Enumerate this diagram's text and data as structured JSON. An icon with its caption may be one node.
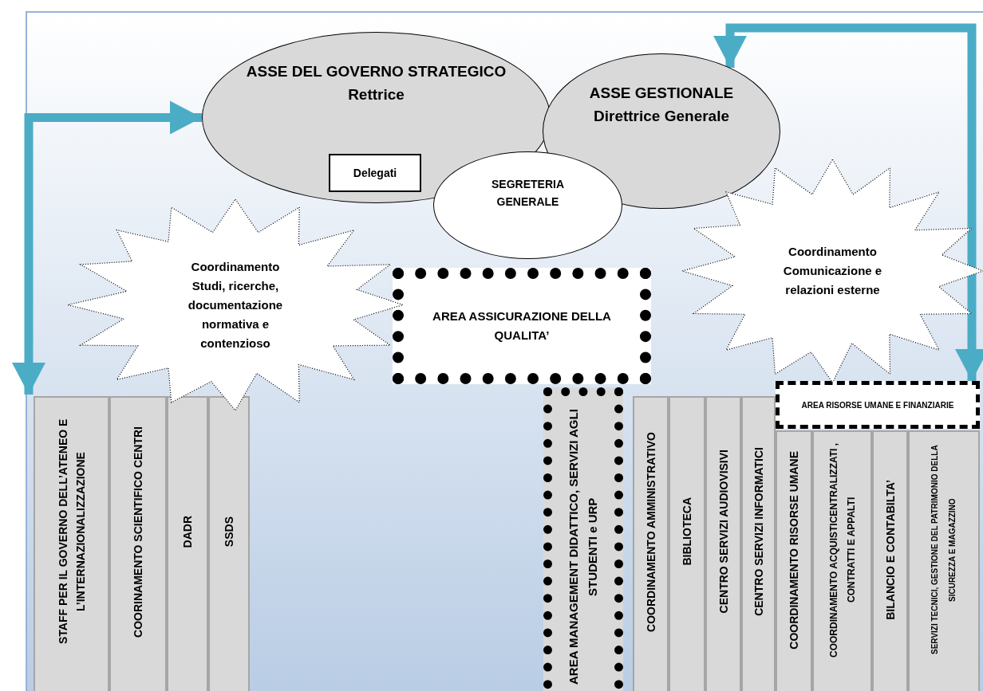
{
  "diagram": {
    "nodes": [
      {
        "text": [
          "ASSE DEL GOVERNO STRATEGICO",
          "Rettrice"
        ]
      },
      {
        "text": [
          "Delegati"
        ],
        "in": 0
      },
      {
        "text": [
          "ASSE GESTIONALE",
          "Direttrice Generale"
        ]
      },
      {
        "text": [
          "SEGRETERIA GENERALE"
        ]
      },
      {
        "text": [
          "Coordinamento Studi, ricerche, documentazione normativa e contenzioso"
        ]
      },
      {
        "text": [
          "AREA ASSICURAZIONE DELLA QUALITA’"
        ]
      },
      {
        "text": [
          "Coordinamento Comunicazione e relazioni esterne"
        ]
      },
      {
        "text": [
          "STAFF PER IL GOVERNO DELL’ATENEO E L’INTERNAZIONALIZZAZIONE"
        ]
      },
      {
        "text": [
          "COORINAMENTO SCIENTIFICO CENTRI"
        ]
      },
      {
        "text": [
          "DADR"
        ]
      },
      {
        "text": [
          "SSDS"
        ]
      },
      {
        "text": [
          "AREA MANAGEMENT DIDATTICO, SERVIZI AGLI STUDENTI e URP"
        ]
      },
      {
        "text": [
          "COORDINAMENTO AMMINISTRATIVO"
        ]
      },
      {
        "text": [
          "BIBLIOTECA"
        ]
      },
      {
        "text": [
          "CENTRO SERVIZI AUDIOVISIVI"
        ]
      },
      {
        "text": [
          "CENTRO SERVIZI INFORMATICI"
        ]
      },
      {
        "text": [
          "AREA RISORSE UMANE E FINANZIARIE"
        ]
      },
      {
        "text": [
          "COORDINAMENTO RISORSE UMANE"
        ]
      },
      {
        "text": [
          "COORDINAMENTO ACQUISTICENTRALIZZATI , CONTRATTI E APPALTI"
        ]
      },
      {
        "text": [
          "BILANCIO E CONTABILTA’"
        ]
      },
      {
        "text": [
          "SERVIZI TECNICI, GESTIONE DEL PATRIMONIO DELLA SICUREZZA E MAGAZZINO"
        ]
      }
    ],
    "edges": [
      {
        "from": 7,
        "to": 0,
        "arrow": "both"
      },
      {
        "from": 2,
        "to": 16,
        "arrow": "both"
      }
    ]
  }
}
